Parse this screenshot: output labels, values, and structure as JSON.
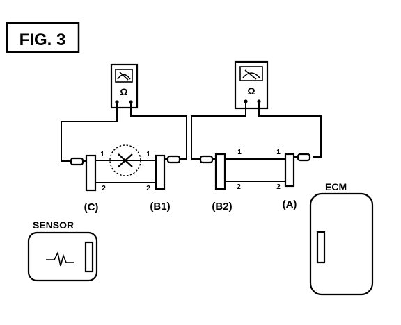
{
  "figure": {
    "label": "FIG. 3"
  },
  "meters": [
    {
      "symbol": "Ω",
      "icon": "ohmmeter-icon"
    },
    {
      "symbol": "Ω",
      "icon": "ohmmeter-icon"
    }
  ],
  "connectors": {
    "c": "(C)",
    "b1": "(B1)",
    "b2": "(B2)",
    "a": "(A)"
  },
  "pins": {
    "one": "1",
    "two": "2"
  },
  "sensor": {
    "label": "SENSOR",
    "icon": "waveform-icon"
  },
  "ecm": {
    "label": "ECM"
  },
  "open_circuit": {
    "icon": "open-circuit-x-icon"
  }
}
